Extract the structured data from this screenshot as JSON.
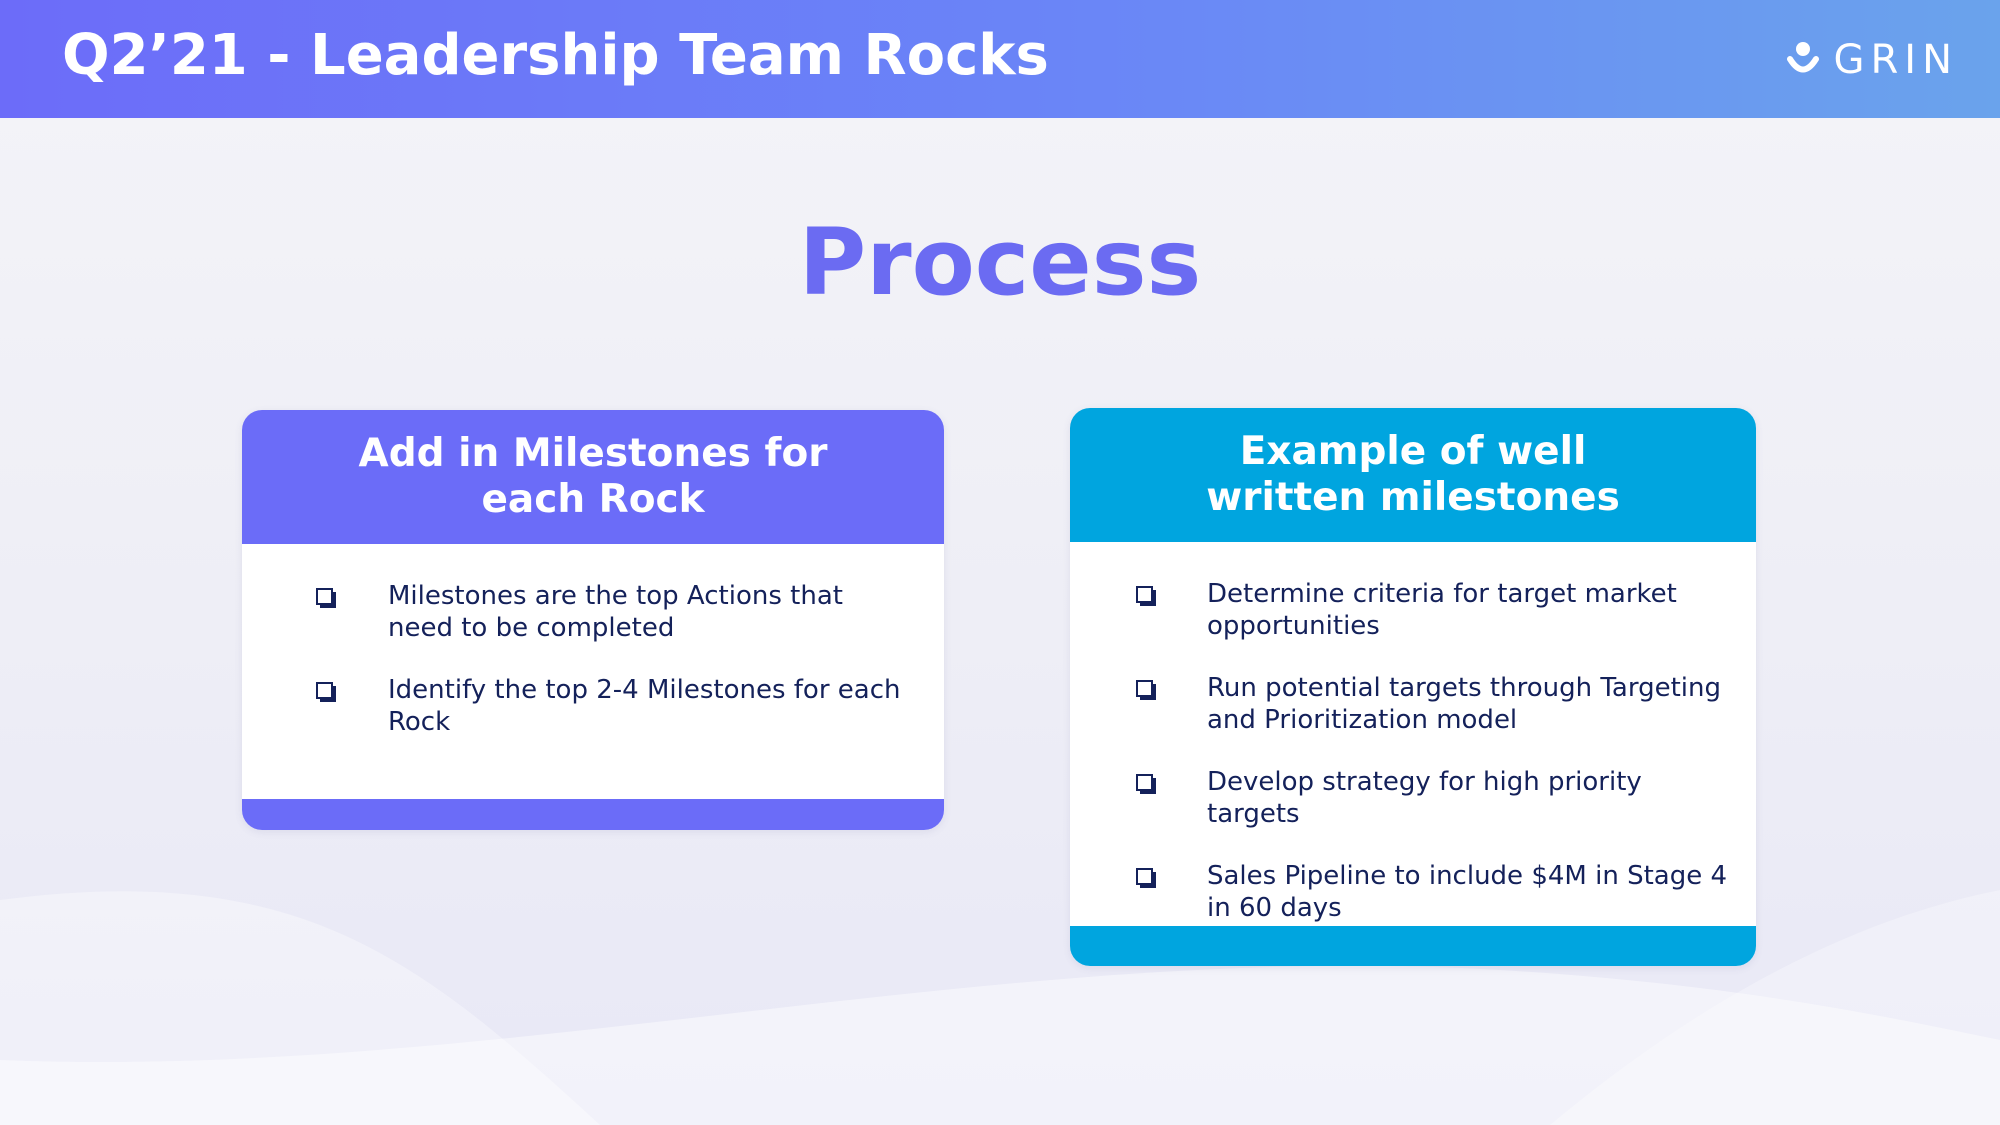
{
  "header": {
    "title": "Q2’21 - Leadership Team Rocks",
    "logo_text": "GRIN",
    "logo_icon": "grin-smile-icon"
  },
  "section": {
    "title": "Process"
  },
  "cards": [
    {
      "title_line1": "Add in Milestones for",
      "title_line2": "each Rock",
      "accent": "#6b6cf8",
      "bullet_icon": "checkbox-bullet-icon",
      "items": [
        "Milestones are the top Actions that need to be completed",
        "Identify the top 2-4 Milestones for each Rock"
      ]
    },
    {
      "title_line1": "Example of well",
      "title_line2": "written milestones",
      "accent": "#00a5df",
      "bullet_icon": "checkbox-bullet-icon",
      "items": [
        "Determine criteria for target market opportunities",
        "Run potential targets through Targeting and Prioritization model",
        "Develop strategy for high priority targets",
        "Sales Pipeline to include $4M in Stage 4 in 60 days"
      ]
    }
  ],
  "colors": {
    "header_gradient_start": "#6c6cf9",
    "header_gradient_end": "#6aa3ec",
    "title_purple": "#6b6bf2",
    "text_navy": "#14215a"
  }
}
